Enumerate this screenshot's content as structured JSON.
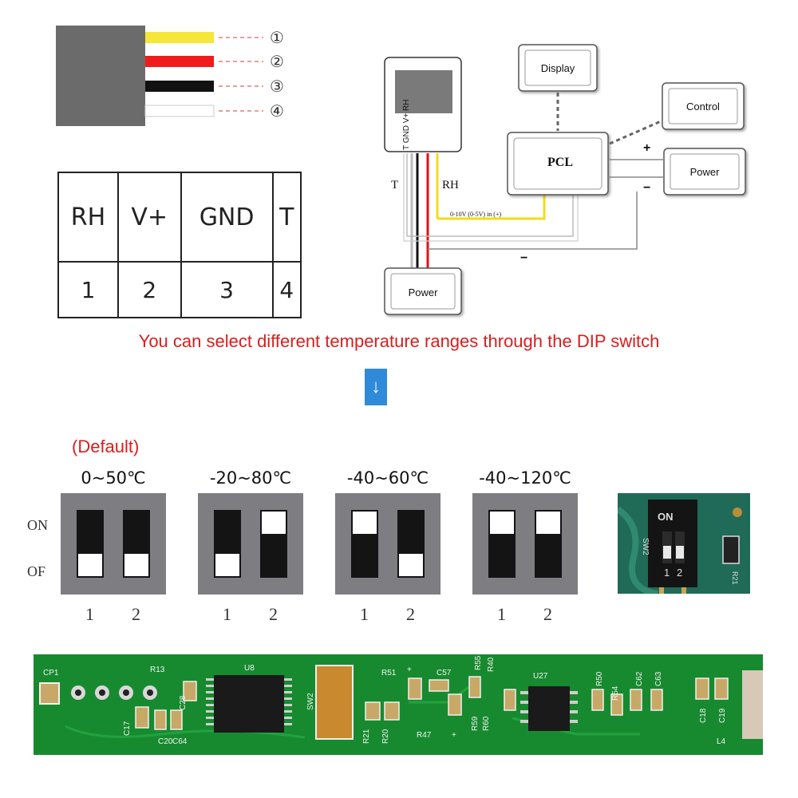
{
  "wire_legend": {
    "wires": [
      {
        "color": "#f5e63a",
        "number": "①"
      },
      {
        "color": "#ee1c1c",
        "number": "②"
      },
      {
        "color": "#111111",
        "number": "③"
      },
      {
        "color": "#ffffff",
        "number": "④"
      }
    ]
  },
  "pin_table": {
    "headers": [
      "RH",
      "V+",
      "GND",
      "T"
    ],
    "numbers": [
      "1",
      "2",
      "3",
      "4"
    ]
  },
  "wiring_diagram": {
    "sensor_pins": "T GND V+ RH",
    "label_T": "T",
    "label_RH": "RH",
    "plc_label": "PCL",
    "display_label": "Display",
    "control_label": "Control",
    "power_right_label": "Power",
    "power_bottom_label": "Power",
    "signal_label": "0-10V (0-5V) in (+)",
    "plus_sign": "+",
    "minus_sign": "−",
    "minus_bottom": "−"
  },
  "notice": "You can select different temperature ranges through the DIP switch",
  "arrow_glyph": "↓",
  "dip": {
    "default_label": "(Default)",
    "on_label": "ON",
    "off_label": "OF",
    "switch_numbers": [
      "1",
      "2"
    ],
    "ranges": [
      {
        "label": "0~50℃",
        "switch1": "OFF",
        "switch2": "OFF"
      },
      {
        "label": "-20~80℃",
        "switch1": "OFF",
        "switch2": "ON"
      },
      {
        "label": "-40~60℃",
        "switch1": "ON",
        "switch2": "OFF"
      },
      {
        "label": "-40~120℃",
        "switch1": "ON",
        "switch2": "ON"
      }
    ]
  },
  "dip_photo": {
    "on_text": "ON",
    "sw_text": "SW2",
    "num1": "1",
    "num2": "2",
    "r_text": "R21"
  },
  "pcb": {
    "labels": [
      "CP1",
      "R13",
      "C28",
      "U8",
      "C17",
      "C20",
      "C64",
      "SW2",
      "R21",
      "R20",
      "R51",
      "+",
      "C57",
      "R55",
      "R40",
      "R47",
      "+",
      "R59",
      "R60",
      "U27",
      "R50",
      "R54",
      "C62",
      "C63",
      "C18",
      "C19",
      "L4"
    ]
  }
}
